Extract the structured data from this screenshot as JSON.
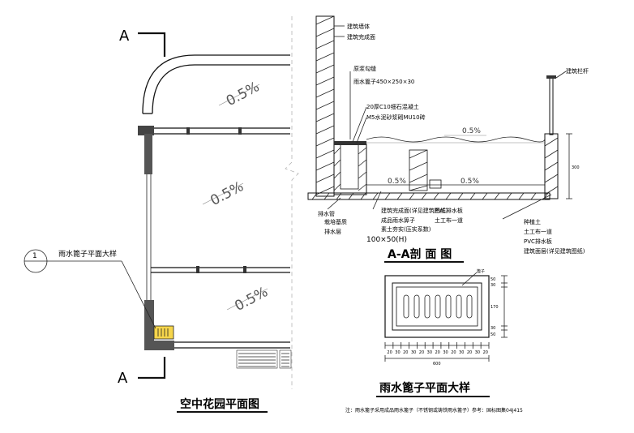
{
  "plan": {
    "section_mark_top": "A",
    "section_mark_bottom": "A",
    "slope_1": "0.5%",
    "slope_2": "0.5%",
    "slope_3": "0.5%",
    "callout_symbol": "1",
    "callout_label": "雨水篦子平面大样",
    "title": "空中花园平面图"
  },
  "section": {
    "labels_left": [
      "建筑墙体",
      "建筑完成面",
      "原浆勾缝",
      "雨水篦子450×250×30",
      "20厚C10细石混凝土",
      "M5水泥砂浆砌MU10砖"
    ],
    "label_drain": "排水管",
    "labels_bottom": [
      "建筑完成面(详见建筑图纸)",
      "成品雨水箅子",
      "素土夯实(压实系数)",
      "栽培基质",
      "PVC排水板",
      "土工布一道",
      "排水层"
    ],
    "dim_drain": "100×50(H)",
    "slope_top": "0.5%",
    "slope_mid": "0.5%",
    "slope_right": "0.5%",
    "label_rail": "建筑栏杆",
    "labels_right": [
      "种植土",
      "土工布一道",
      "PVC排水板",
      "建筑面层(详见建筑图纸)"
    ],
    "dim_right": "300",
    "title": "A-A剖 面 图"
  },
  "grate": {
    "label_top": "篦子",
    "dims_right": [
      "50",
      "30",
      "170",
      "30",
      "50"
    ],
    "dims_bottom": [
      "20",
      "30",
      "20",
      "30",
      "20",
      "30",
      "20",
      "30",
      "20",
      "30",
      "20",
      "30",
      "20"
    ],
    "dim_total": "600",
    "title": "雨水篦子平面大样"
  },
  "note": "注：雨水篦子采用成品雨水篦子（不锈钢或铸铁雨水篦子）参考：国标图集04J415"
}
